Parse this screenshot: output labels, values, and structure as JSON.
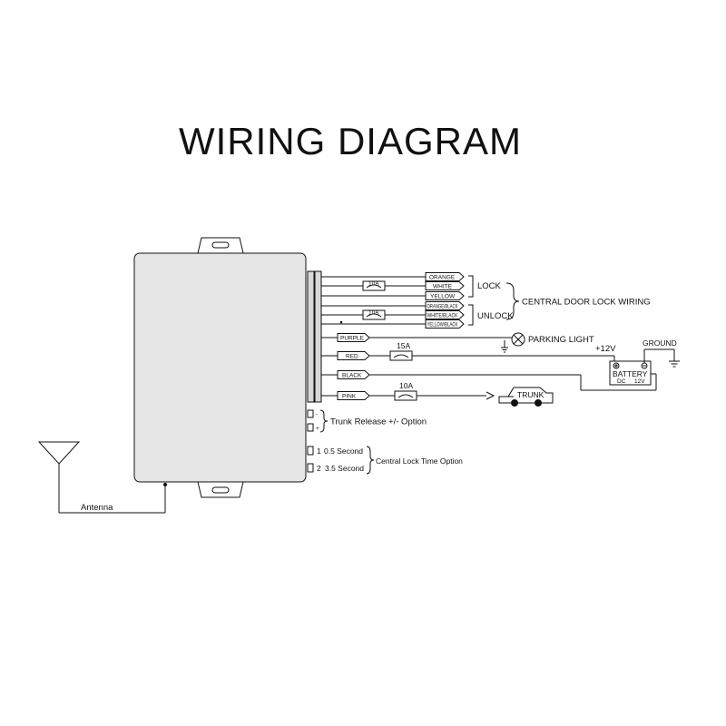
{
  "title": "WIRING DIAGRAM",
  "wires": {
    "orange": "ORANGE",
    "white": "WHITE",
    "yellow": "YELLOW",
    "orange_black": "ORANGE/BLACK",
    "white_black": "WHITE/BLACK",
    "yellow_black": "YELLOW/BLACK",
    "purple": "PURPLE",
    "red": "RED",
    "black": "BLACK",
    "pink": "PINK"
  },
  "fuses": {
    "lock": "10A",
    "unlock": "10A",
    "red": "15A",
    "pink": "10A"
  },
  "labels": {
    "lock": "LOCK",
    "unlock": "UNLOCK",
    "central_door_lock": "CENTRAL DOOR LOCK WIRING",
    "parking_light": "PARKING LIGHT",
    "plus12v": "+12V",
    "ground": "GROUND",
    "battery": "BATTERY",
    "battery_dc": "DC",
    "battery_volt": "12V",
    "trunk": "TRUNK",
    "trunk_release": "Trunk Release +/- Option",
    "trunk_minus": "-",
    "trunk_plus": "+",
    "time_1_num": "1",
    "time_1": "0.5 Second",
    "time_2_num": "2",
    "time_2": "3.5 Second",
    "central_lock_time": "Central Lock Time Option",
    "antenna": "Antenna"
  }
}
